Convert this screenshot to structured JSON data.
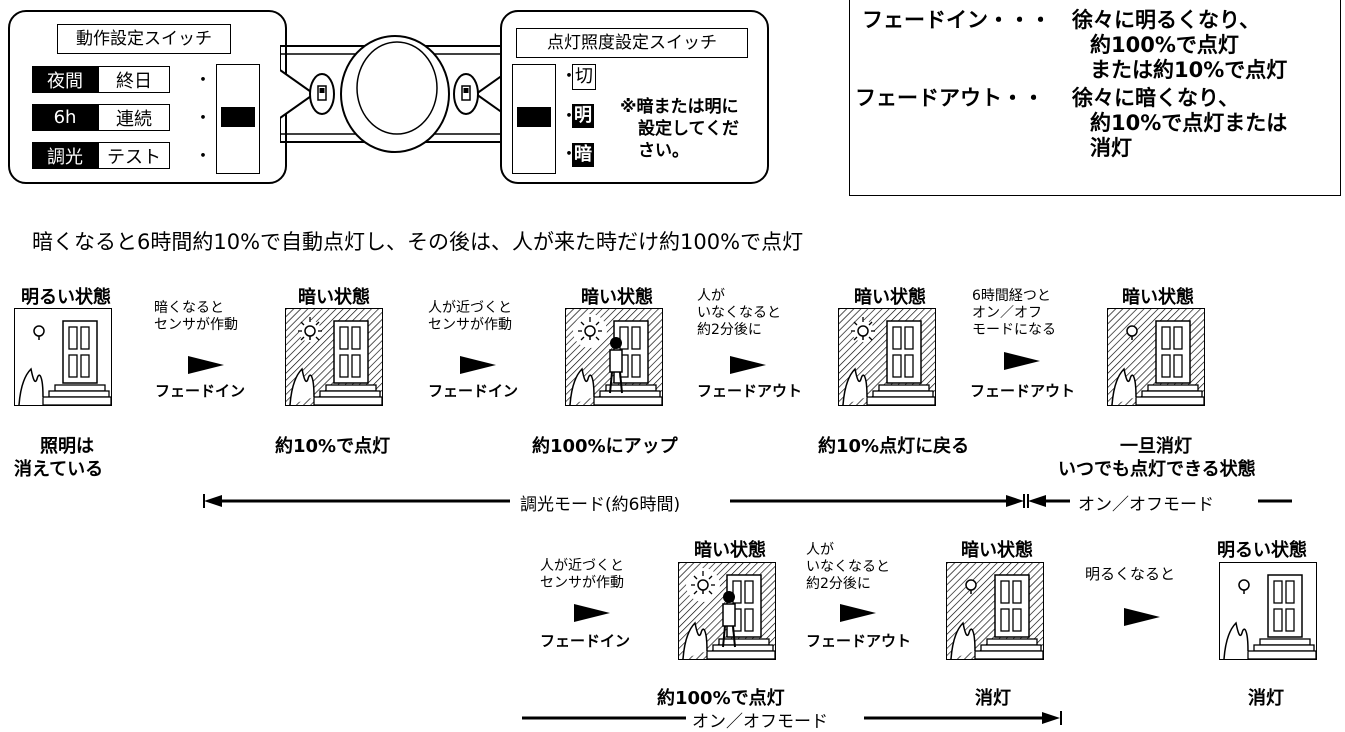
{
  "switch_panel": {
    "title": "動作設定スイッチ",
    "rows": [
      {
        "left": "夜間",
        "right": "終日"
      },
      {
        "left": "6h",
        "right": "連続"
      },
      {
        "left": "調光",
        "right": "テスト"
      }
    ],
    "dot": "・"
  },
  "lux_panel": {
    "title": "点灯照度設定スイッチ",
    "options": [
      "切",
      "明",
      "暗"
    ],
    "dot": "・",
    "note": [
      "※暗または明に",
      "設定してくだ",
      "さい。"
    ]
  },
  "legend": {
    "fade_in_label": "フェードイン・・・",
    "fade_in_desc": [
      "徐々に明るくなり、",
      "約100%で点灯",
      "または約10%で点灯"
    ],
    "fade_out_label": "フェードアウト・・",
    "fade_out_desc": [
      "徐々に暗くなり、",
      "約10%で点灯または",
      "消灯"
    ]
  },
  "caption": "暗くなると6時間約10%で自動点灯し、その後は、人が来た時だけ約100%で点灯",
  "states": {
    "bright": "明るい状態",
    "dark": "暗い状態"
  },
  "row1": {
    "results": [
      "照明は",
      "消えている",
      "約10%で点灯",
      "約100%にアップ",
      "約10%点灯に戻る",
      "一旦消灯",
      "いつでも点灯できる状態"
    ],
    "triggers": [
      [
        "暗くなると",
        "センサが作動"
      ],
      [
        "人が近づくと",
        "センサが作動"
      ],
      [
        "人が",
        "いなくなると",
        "約2分後に"
      ],
      [
        "6時間経つと",
        "オン／オフ",
        "モードになる"
      ]
    ],
    "actions": [
      "フェードイン",
      "フェードイン",
      "フェードアウト",
      "フェードアウト"
    ]
  },
  "modes": {
    "dimming": "調光モード(約6時間)",
    "onoff": "オン／オフモード"
  },
  "row2": {
    "results": [
      "約100%で点灯",
      "消灯",
      "消灯"
    ],
    "triggers": [
      [
        "人が近づくと",
        "センサが作動"
      ],
      [
        "人が",
        "いなくなると",
        "約2分後に"
      ],
      [
        "明るくなると"
      ]
    ],
    "actions": [
      "フェードイン",
      "フェードアウト"
    ]
  }
}
